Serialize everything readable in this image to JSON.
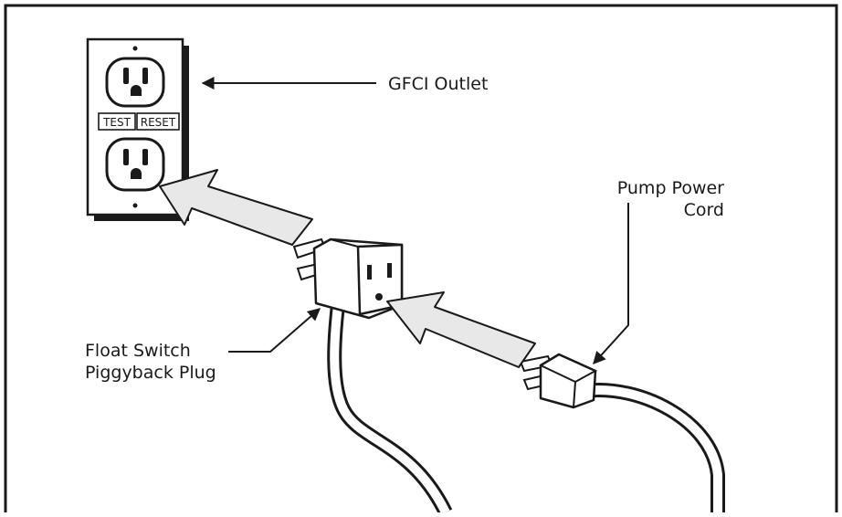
{
  "diagram": {
    "labels": {
      "gfci_outlet": "GFCI Outlet",
      "pump_power_cord_line1": "Pump Power",
      "pump_power_cord_line2": "Cord",
      "float_switch_line1": "Float Switch",
      "float_switch_line2": "Piggyback Plug"
    },
    "outlet_buttons": {
      "test": "TEST",
      "reset": "RESET"
    },
    "colors": {
      "line": "#1a1a1a",
      "arrow_fill": "#e8e8e8",
      "plate_fill": "#ffffff",
      "shadow": "#1a1a1a"
    }
  }
}
